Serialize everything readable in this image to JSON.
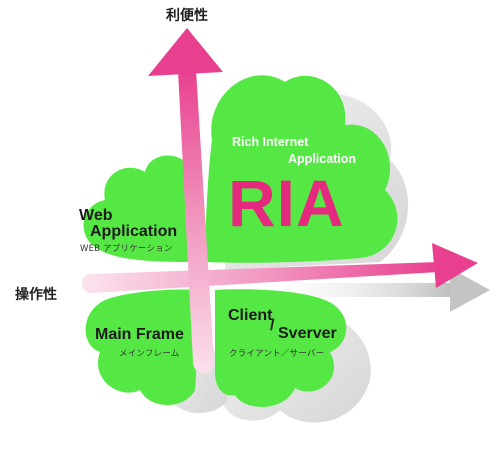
{
  "axes": {
    "vertical_label": "利便性",
    "horizontal_label": "操作性"
  },
  "quadrants": {
    "top_left": {
      "title_line1": "Web",
      "title_line2": "Application",
      "subtitle": "WEB アプリケーション"
    },
    "top_right": {
      "line1": "Rich Internet",
      "line2": "Application",
      "big": "RIA"
    },
    "bottom_left": {
      "title": "Main Frame",
      "subtitle": "メインフレーム"
    },
    "bottom_right": {
      "title_line1": "Client",
      "slash": "/",
      "title_line2": "Sverver",
      "subtitle": "クライアント／サーバー"
    }
  },
  "colors": {
    "leaf": "#55e844",
    "arrow_pink": "#e8408f",
    "arrow_pink_light": "#f7c7dc",
    "shadow_gray": "#c8c8c8",
    "ria_text": "#e4297e"
  }
}
